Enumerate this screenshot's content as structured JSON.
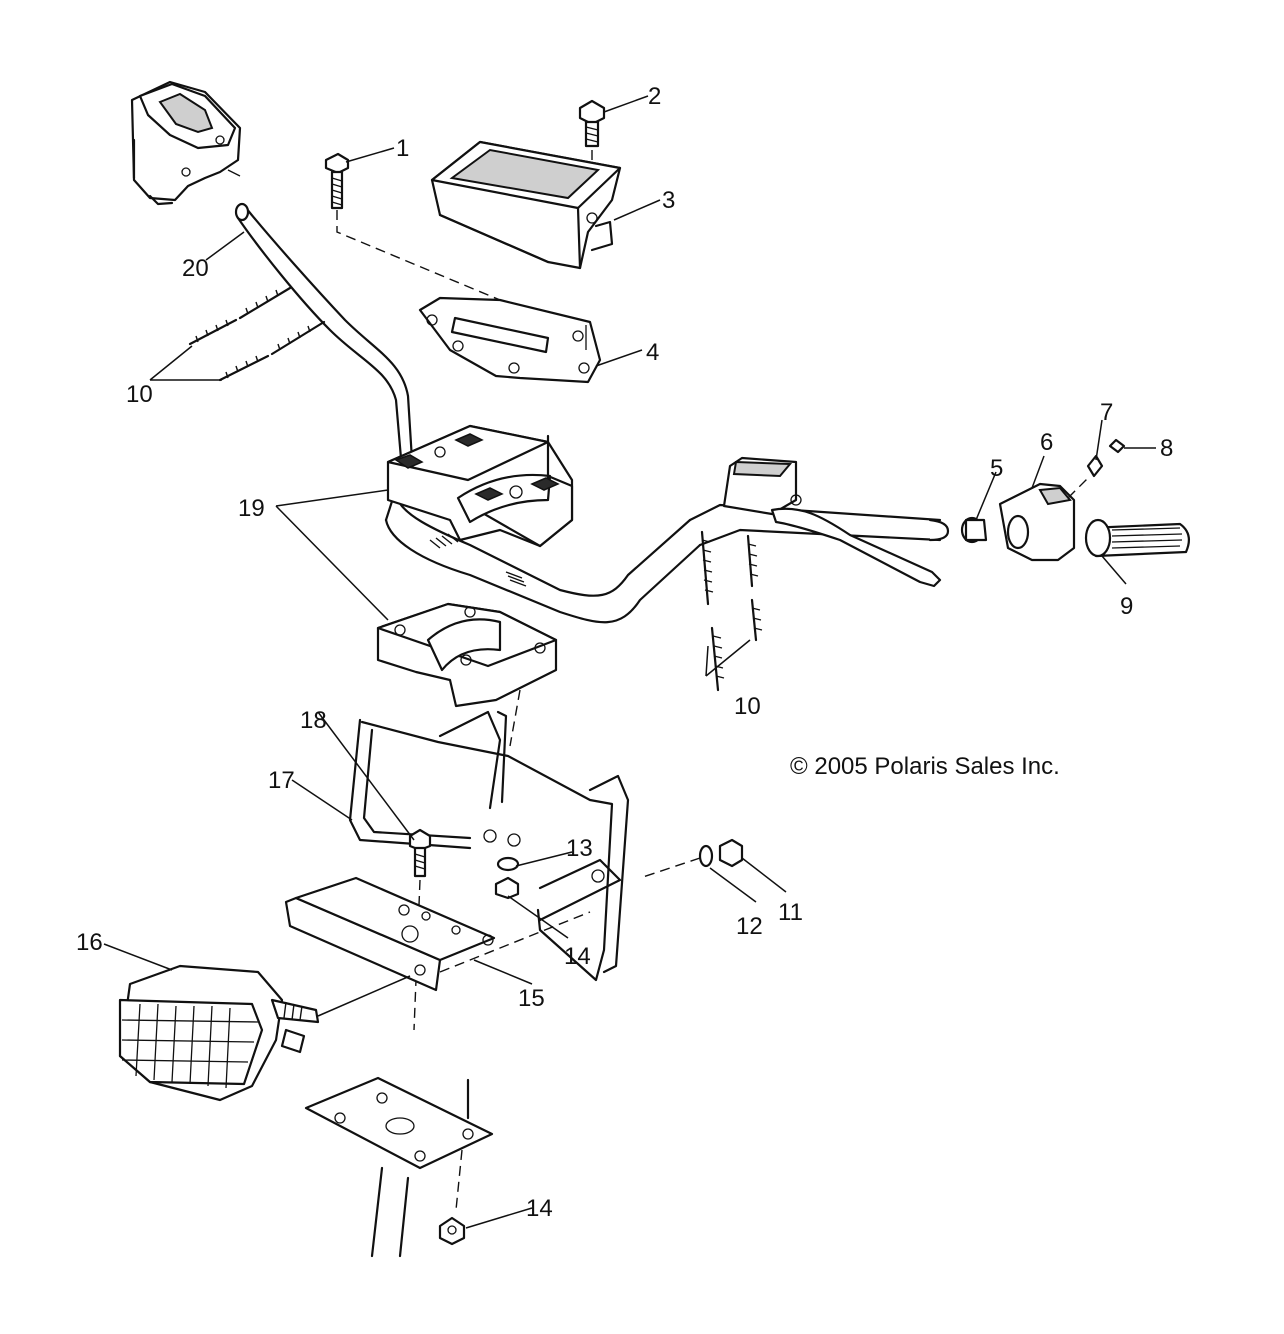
{
  "copyright": "© 2005 Polaris Sales Inc.",
  "callouts": {
    "c1": "1",
    "c2": "2",
    "c3": "3",
    "c4": "4",
    "c5": "5",
    "c6": "6",
    "c7": "7",
    "c8": "8",
    "c9": "9",
    "c10a": "10",
    "c10b": "10",
    "c11": "11",
    "c12": "12",
    "c13": "13",
    "c14a": "14",
    "c14b": "14",
    "c15": "15",
    "c16": "16",
    "c17": "17",
    "c18": "18",
    "c19": "19",
    "c20": "20"
  }
}
